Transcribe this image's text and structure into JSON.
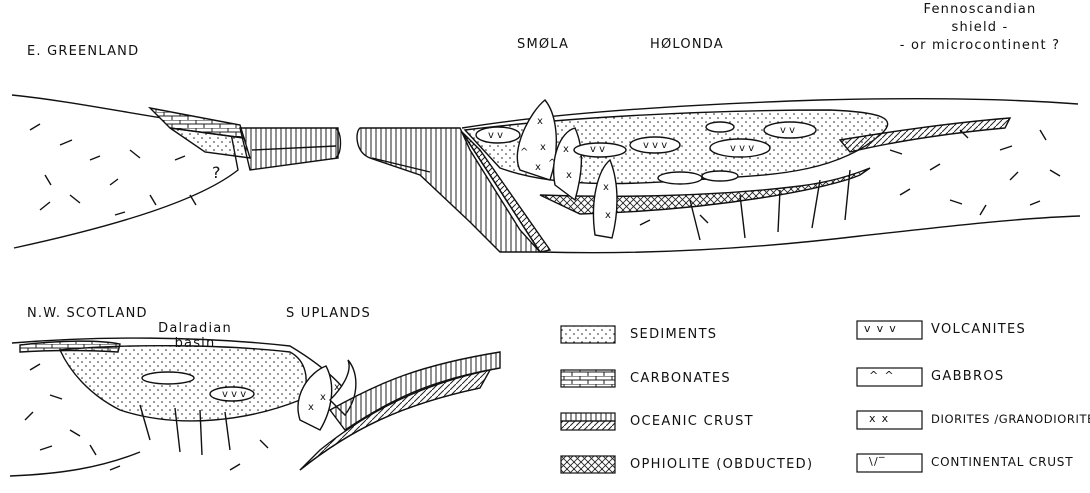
{
  "sections": {
    "top": {
      "left_label": "E. GREENLAND",
      "center_label_1": "SMØLA",
      "center_label_2": "HØLONDA",
      "right_label_line1": "Fennoscandian",
      "right_label_line2": "shield -",
      "right_label_line3": "- or microcontinent ?",
      "question_mark": "?"
    },
    "bottom": {
      "left_label": "N.W. SCOTLAND",
      "basin_label_line1": "Dalradian",
      "basin_label_line2": "basin",
      "right_label": "S UPLANDS"
    }
  },
  "legend": {
    "items": [
      {
        "key": "sediments",
        "label": "SEDIMENTS",
        "icon": "dotted-swatch"
      },
      {
        "key": "carbonates",
        "label": "CARBONATES",
        "icon": "brick-swatch"
      },
      {
        "key": "oceanic_crust",
        "label": "OCEANIC CRUST",
        "icon": "striped-swatch"
      },
      {
        "key": "ophiolite",
        "label": "OPHIOLITE (OBDUCTED)",
        "icon": "crosshatch-swatch"
      },
      {
        "key": "volcanites",
        "label": "VOLCANITES",
        "icon": "v-symbol-swatch",
        "symbol": "v v v"
      },
      {
        "key": "gabbros",
        "label": "GABBROS",
        "icon": "caret-symbol-swatch",
        "symbol": "^ ^"
      },
      {
        "key": "diorites",
        "label": "DIORITES /GRANODIORITES",
        "icon": "x-symbol-swatch",
        "symbol": "x x"
      },
      {
        "key": "continental_crust",
        "label": "CONTINENTAL CRUST",
        "icon": "dash-symbol-swatch",
        "symbol": "\\/‾"
      }
    ]
  }
}
